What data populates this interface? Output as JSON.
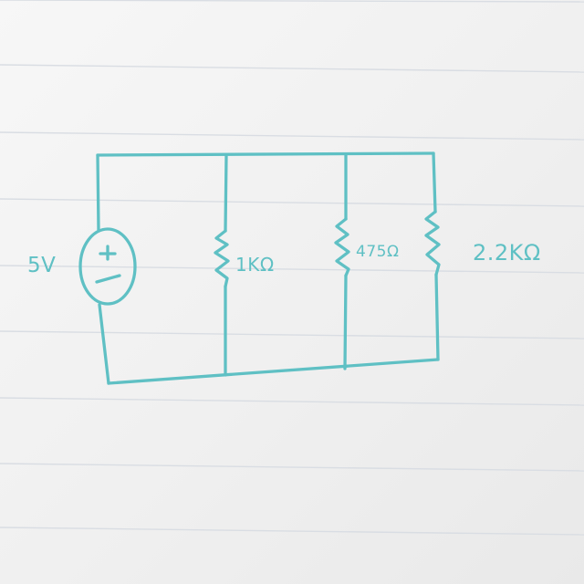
{
  "colors": {
    "ink": "#5fc0c4",
    "paper_line": "#d9dde3"
  },
  "diagram": {
    "source_label": "5V",
    "source_plus": "+",
    "source_minus": "—",
    "resistors": [
      {
        "label": "1KΩ"
      },
      {
        "label": "475Ω"
      },
      {
        "label": "2.2KΩ"
      }
    ]
  }
}
